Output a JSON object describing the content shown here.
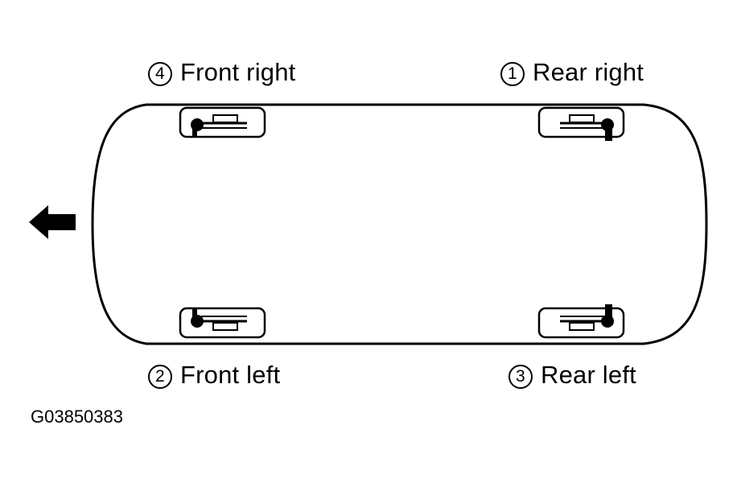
{
  "labels": {
    "rear_right": {
      "num": "1",
      "text": "Rear right"
    },
    "front_left": {
      "num": "2",
      "text": "Front left"
    },
    "rear_left": {
      "num": "3",
      "text": "Rear left"
    },
    "front_right": {
      "num": "4",
      "text": "Front right"
    }
  },
  "figure_code": "G03850383",
  "icons": {
    "direction": "arrow-left-icon",
    "sensor": "wheel-sensor-icon"
  },
  "colors": {
    "line": "#000000",
    "background": "#ffffff"
  }
}
